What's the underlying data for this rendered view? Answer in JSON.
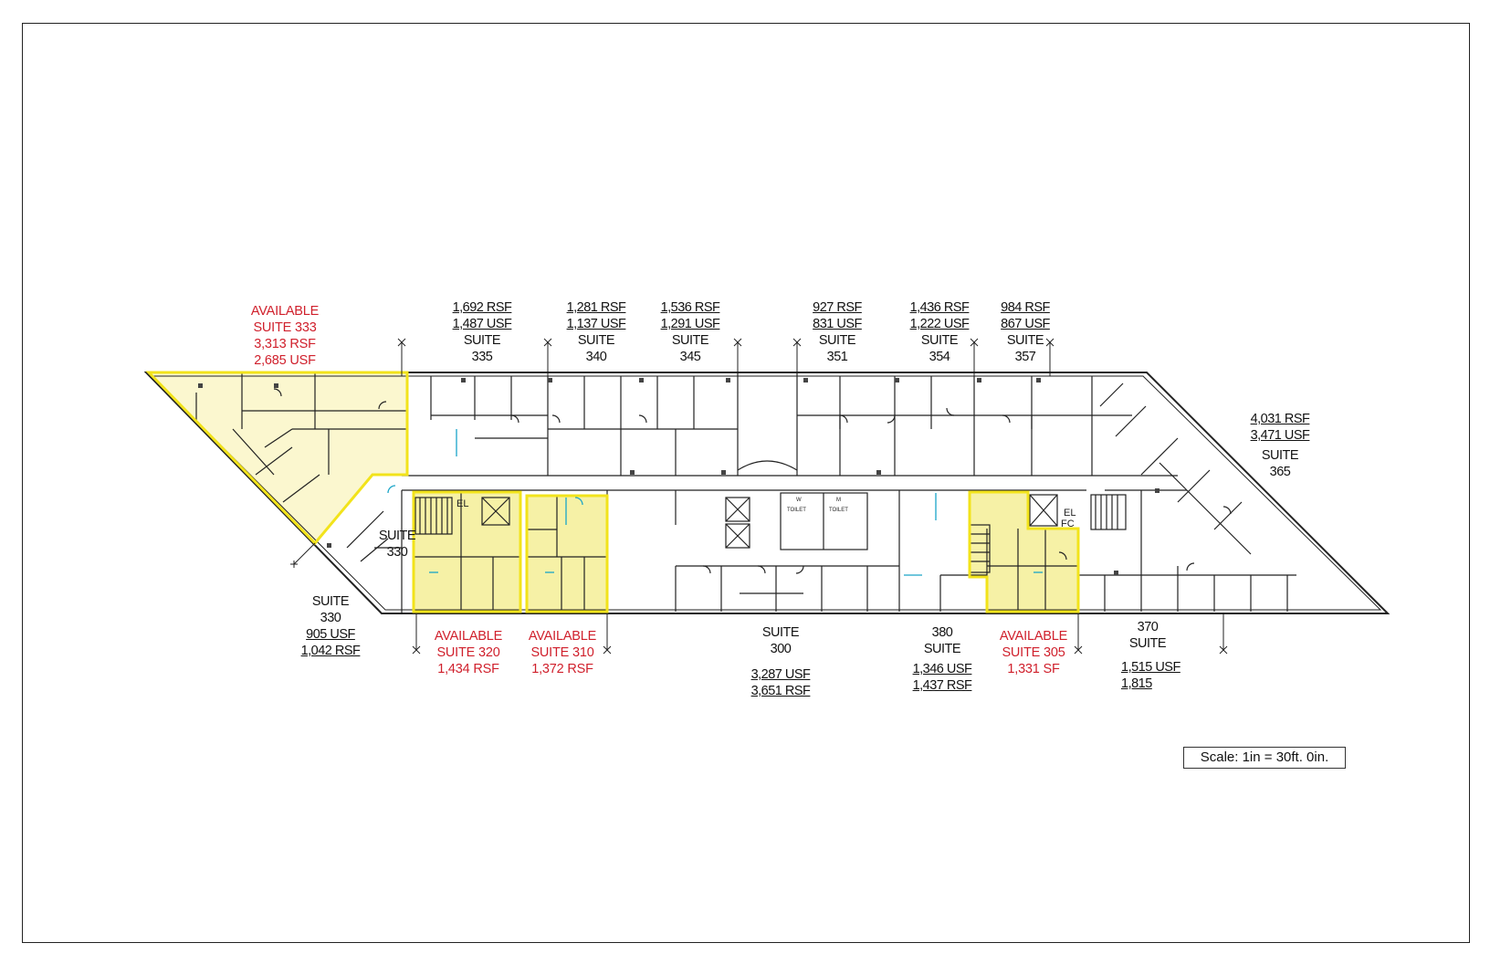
{
  "suites": {
    "s333": {
      "status": "AVAILABLE",
      "name": "SUITE 333",
      "rsf": "3,313 RSF",
      "usf": "2,685 USF"
    },
    "s335": {
      "rsf": "1,692 RSF",
      "usf": "1,487 USF",
      "label": "SUITE",
      "number": "335"
    },
    "s340": {
      "rsf": "1,281 RSF",
      "usf": "1,137 USF",
      "label": "SUITE",
      "number": "340"
    },
    "s345": {
      "rsf": "1,536 RSF",
      "usf": "1,291 USF",
      "label": "SUITE",
      "number": "345"
    },
    "s351": {
      "rsf": "927 RSF",
      "usf": "831 USF",
      "label": "SUITE",
      "number": "351"
    },
    "s354": {
      "rsf": "1,436 RSF",
      "usf": "1,222 USF",
      "label": "SUITE",
      "number": "354"
    },
    "s357": {
      "rsf": "984 RSF",
      "usf": "867 USF",
      "label": "SUITE",
      "number": "357"
    },
    "s365": {
      "rsf": "4,031 RSF",
      "usf": "3,471 USF",
      "label": "SUITE",
      "number": "365"
    },
    "s330_inner": {
      "label": "SUITE",
      "number": "330"
    },
    "s330": {
      "label": "SUITE",
      "number": "330",
      "usf": "905 USF",
      "rsf": "1,042 RSF"
    },
    "s320": {
      "status": "AVAILABLE",
      "name": "SUITE 320",
      "rsf": "1,434 RSF"
    },
    "s310": {
      "status": "AVAILABLE",
      "name": "SUITE 310",
      "rsf": "1,372 RSF"
    },
    "s300": {
      "label": "SUITE",
      "number": "300",
      "usf": "3,287 USF",
      "rsf": "3,651 RSF"
    },
    "s380": {
      "number": "380",
      "label": "SUITE",
      "usf": "1,346 USF",
      "rsf": "1,437 RSF"
    },
    "s305": {
      "status": "AVAILABLE",
      "name": "SUITE 305",
      "sf": "1,331 SF"
    },
    "s370": {
      "number": "370",
      "label": "SUITE",
      "usf": "1,515 USF",
      "rsf": "1,815"
    }
  },
  "restrooms": {
    "women": "W",
    "men": "M",
    "toilet": "TOILET",
    "elevator": "EL",
    "fire_cabinet": "FC"
  },
  "scale": "Scale: 1in = 30ft. 0in.",
  "colors": {
    "available_fill": "#fbf7cf",
    "available_fill_strong": "#f6f1a6",
    "available_outline": "#f2e31b",
    "available_text": "#d0202c",
    "wall": "#222222",
    "door": "#1aa5c8"
  }
}
